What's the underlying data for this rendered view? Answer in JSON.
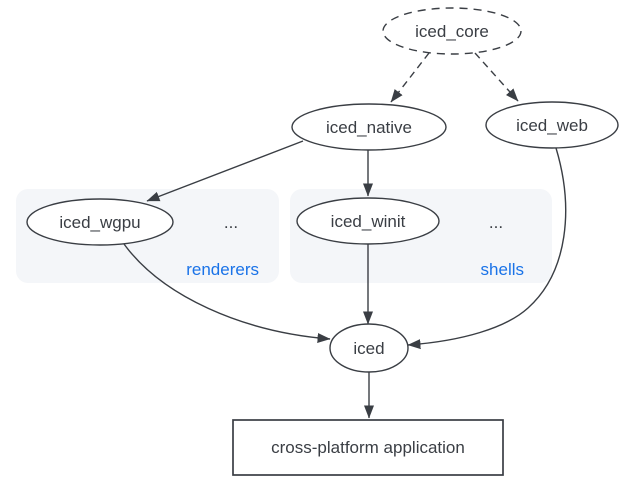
{
  "diagram": {
    "description": "iced crate ecosystem dependency graph",
    "nodes": {
      "iced_core": {
        "label": "iced_core",
        "shape": "ellipse",
        "border": "dashed"
      },
      "iced_native": {
        "label": "iced_native",
        "shape": "ellipse",
        "border": "solid"
      },
      "iced_web": {
        "label": "iced_web",
        "shape": "ellipse",
        "border": "solid"
      },
      "iced_wgpu": {
        "label": "iced_wgpu",
        "shape": "ellipse",
        "border": "solid"
      },
      "iced_winit": {
        "label": "iced_winit",
        "shape": "ellipse",
        "border": "solid"
      },
      "iced": {
        "label": "iced",
        "shape": "ellipse",
        "border": "solid"
      },
      "app": {
        "label": "cross-platform application",
        "shape": "rect",
        "border": "solid"
      }
    },
    "groups": {
      "renderers": {
        "label": "renderers",
        "ellipsis": "...",
        "contains": [
          "iced_wgpu"
        ]
      },
      "shells": {
        "label": "shells",
        "ellipsis": "...",
        "contains": [
          "iced_winit"
        ]
      }
    },
    "edges": [
      {
        "from": "iced_core",
        "to": "iced_native",
        "style": "dashed"
      },
      {
        "from": "iced_core",
        "to": "iced_web",
        "style": "dashed"
      },
      {
        "from": "iced_native",
        "to": "iced_wgpu",
        "style": "solid"
      },
      {
        "from": "iced_native",
        "to": "iced_winit",
        "style": "solid"
      },
      {
        "from": "iced_wgpu",
        "to": "iced",
        "style": "solid"
      },
      {
        "from": "iced_winit",
        "to": "iced",
        "style": "solid"
      },
      {
        "from": "iced_web",
        "to": "iced",
        "style": "solid"
      },
      {
        "from": "iced",
        "to": "app",
        "style": "solid"
      }
    ],
    "colors": {
      "background": "#ffffff",
      "node_stroke": "#3a3e44",
      "text": "#3a3e44",
      "group_fill": "#f4f6f9",
      "group_label_blue": "#1a73e8"
    }
  }
}
